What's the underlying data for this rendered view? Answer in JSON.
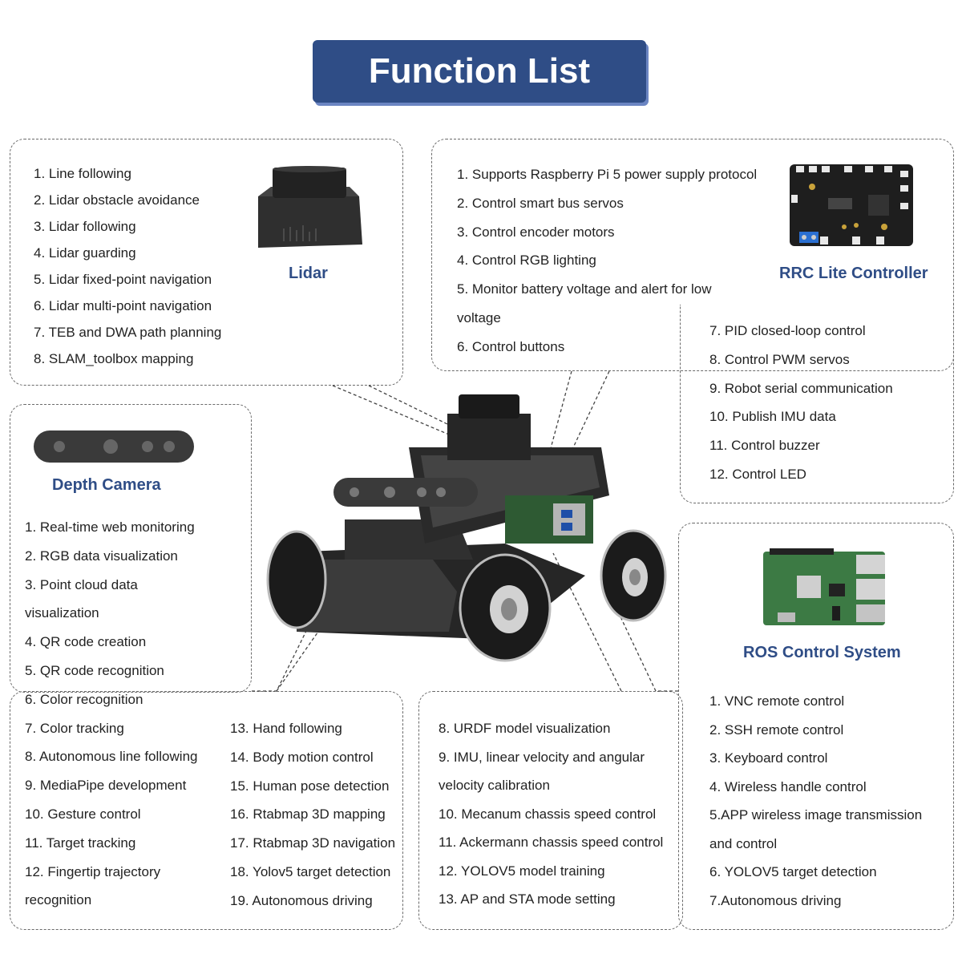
{
  "title": "Function List",
  "lidar": {
    "caption": "Lidar",
    "items": [
      "1. Line following",
      "2. Lidar obstacle avoidance",
      "3. Lidar following",
      "4. Lidar guarding",
      "5. Lidar fixed-point navigation",
      "6. Lidar multi-point navigation",
      "7. TEB and DWA path planning",
      "8. SLAM_toolbox mapping"
    ]
  },
  "rrc": {
    "caption": "RRC Lite Controller",
    "items_a": [
      "1. Supports Raspberry Pi 5 power supply protocol",
      "2. Control smart bus servos",
      "3.  Control encoder motors",
      "4. Control RGB lighting",
      "5. Monitor battery voltage and alert for low",
      "voltage",
      "6. Control buttons"
    ],
    "items_b": [
      "7. PID closed-loop control",
      "8. Control PWM servos",
      "9. Robot serial communication",
      "10.  Publish IMU data",
      "11. Control buzzer",
      "12. Control LED"
    ]
  },
  "camera": {
    "caption": "Depth Camera",
    "items_a": [
      "1. Real-time web monitoring",
      "2. RGB data visualization",
      "3. Point cloud data",
      "visualization",
      "4. QR code creation",
      "5. QR code recognition",
      "6. Color recognition",
      "7. Color tracking",
      "8. Autonomous line following",
      "9. MediaPipe development",
      "10. Gesture control",
      "11. Target tracking",
      "12. Fingertip trajectory",
      "recognition"
    ],
    "items_b": [
      "13. Hand following",
      "14. Body motion control",
      "15. Human pose detection",
      "16. Rtabmap 3D mapping",
      "17. Rtabmap 3D navigation",
      "18. Yolov5 target detection",
      "19. Autonomous driving"
    ]
  },
  "middle": {
    "items": [
      "8. URDF model visualization",
      "9. IMU, linear velocity and angular",
      "velocity calibration",
      "10. Mecanum chassis speed control",
      "11. Ackermann chassis speed control",
      "12. YOLOV5 model training",
      "13.  AP and STA mode setting"
    ]
  },
  "ros": {
    "caption": "ROS Control System",
    "items": [
      "1. VNC remote control",
      "2. SSH remote control",
      "3. Keyboard control",
      "4. Wireless handle control",
      "5.APP wireless image transmission",
      "and control",
      "6. YOLOV5 target detection",
      "7.Autonomous driving"
    ]
  }
}
